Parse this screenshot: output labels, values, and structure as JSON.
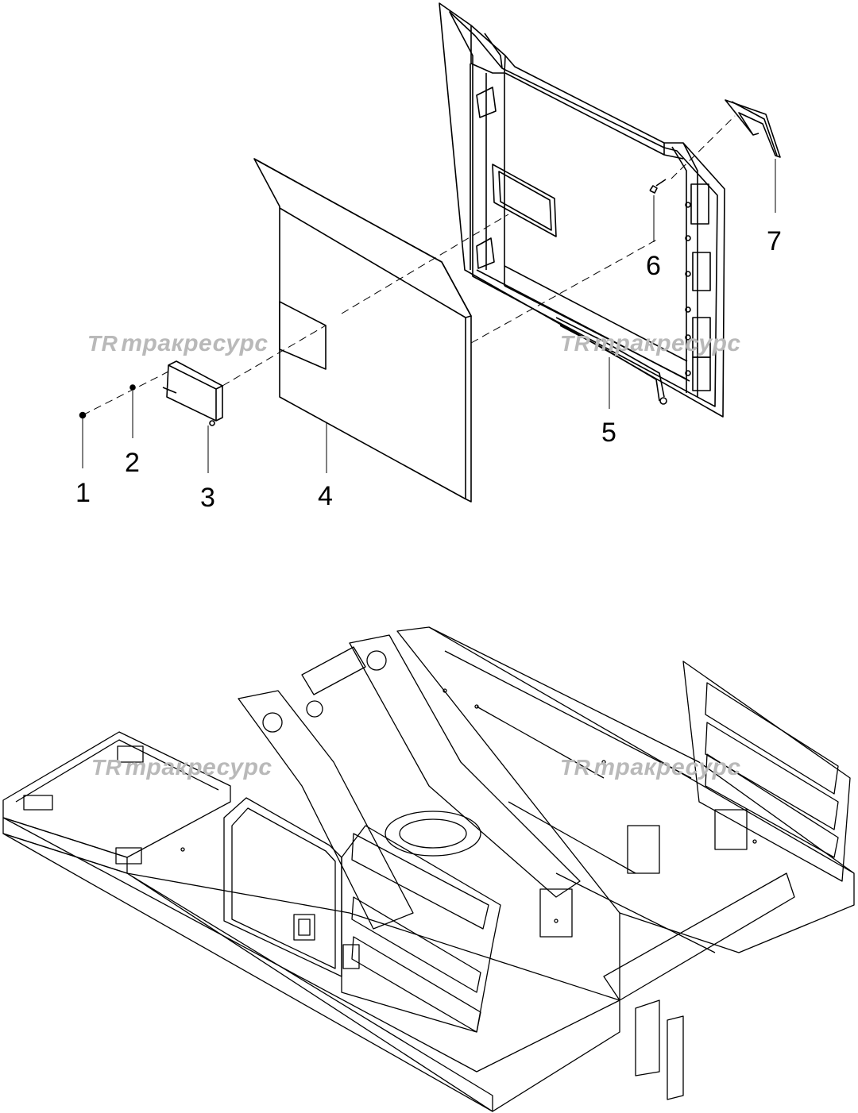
{
  "callouts": [
    {
      "id": "1",
      "text": "1"
    },
    {
      "id": "2",
      "text": "2"
    },
    {
      "id": "3",
      "text": "3"
    },
    {
      "id": "4",
      "text": "4"
    },
    {
      "id": "5",
      "text": "5"
    },
    {
      "id": "6",
      "text": "6"
    },
    {
      "id": "7",
      "text": "7"
    }
  ],
  "watermark": {
    "logo": "TR",
    "text": "тракресурс"
  },
  "colors": {
    "line": "#000000",
    "watermark": "#b9b9b9",
    "background": "#ffffff"
  }
}
